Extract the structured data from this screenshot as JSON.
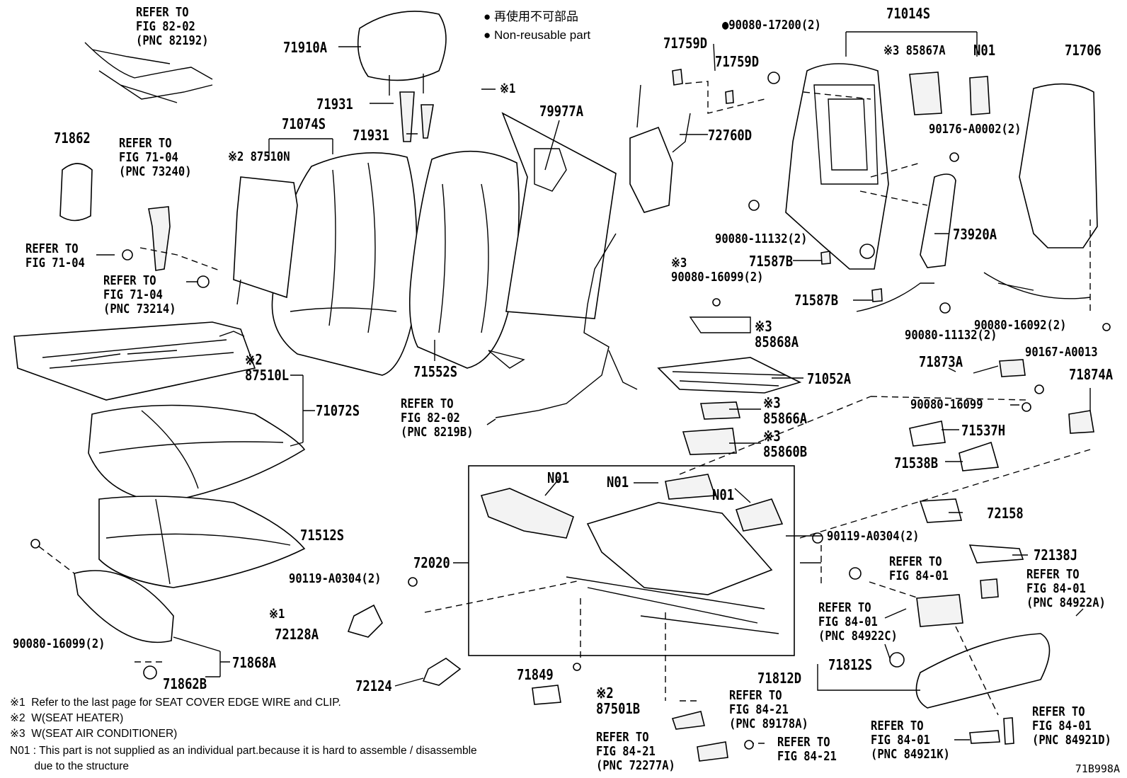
{
  "legend": {
    "jp": "再使用不可部品",
    "en": "Non-reusable part"
  },
  "callouts": [
    {
      "id": "c-71910a",
      "text": "71910A"
    },
    {
      "id": "c-71931-a",
      "text": "71931"
    },
    {
      "id": "c-71931-b",
      "text": "71931"
    },
    {
      "id": "c-x1-top",
      "text": "※1"
    },
    {
      "id": "c-79977a",
      "text": "79977A"
    },
    {
      "id": "c-71074s",
      "text": "71074S"
    },
    {
      "id": "c-87510n",
      "text": "※2 87510N"
    },
    {
      "id": "c-71862",
      "text": "71862"
    },
    {
      "id": "c-ref-71-04-a",
      "text": "REFER TO\nFIG 71-04"
    },
    {
      "id": "c-ref-71-04-73240",
      "text": "REFER TO\nFIG 71-04\n(PNC 73240)"
    },
    {
      "id": "c-ref-71-04-73214",
      "text": "REFER TO\nFIG 71-04\n(PNC 73214)"
    },
    {
      "id": "c-ref-82-02-82192",
      "text": "REFER TO\nFIG 82-02\n(PNC 82192)"
    },
    {
      "id": "c-87510l",
      "text": "※2\n87510L"
    },
    {
      "id": "c-71072s",
      "text": "71072S"
    },
    {
      "id": "c-71552s",
      "text": "71552S"
    },
    {
      "id": "c-ref-82-02-8219b",
      "text": "REFER TO\nFIG 82-02\n(PNC 8219B)"
    },
    {
      "id": "c-71759d-a",
      "text": "71759D"
    },
    {
      "id": "c-71759d-b",
      "text": "71759D"
    },
    {
      "id": "c-72760d",
      "text": "72760D"
    },
    {
      "id": "c-90080-17200",
      "text": "●90080-17200(2)"
    },
    {
      "id": "c-71014s",
      "text": "71014S"
    },
    {
      "id": "c-85867a",
      "text": "※3 85867A"
    },
    {
      "id": "c-n01-top",
      "text": "N01"
    },
    {
      "id": "c-71706",
      "text": "71706"
    },
    {
      "id": "c-90176-a0002",
      "text": "90176-A0002(2)"
    },
    {
      "id": "c-90080-11132-a",
      "text": "90080-11132(2)"
    },
    {
      "id": "c-73920a",
      "text": "73920A"
    },
    {
      "id": "c-71587b-a",
      "text": "71587B"
    },
    {
      "id": "c-90080-16099-a",
      "text": "※3\n90080-16099(2)"
    },
    {
      "id": "c-71587b-b",
      "text": "71587B"
    },
    {
      "id": "c-90080-11132-b",
      "text": "90080-11132(2)"
    },
    {
      "id": "c-90080-16092",
      "text": "90080-16092(2)"
    },
    {
      "id": "c-85868a",
      "text": "※3\n85868A"
    },
    {
      "id": "c-71052a",
      "text": "71052A"
    },
    {
      "id": "c-85866a",
      "text": "※3\n85866A"
    },
    {
      "id": "c-85860b",
      "text": "※3\n85860B"
    },
    {
      "id": "c-71873a",
      "text": "71873A"
    },
    {
      "id": "c-90167-a0013",
      "text": "90167-A0013"
    },
    {
      "id": "c-71874a",
      "text": "71874A"
    },
    {
      "id": "c-90080-16099-b",
      "text": "90080-16099"
    },
    {
      "id": "c-71537h",
      "text": "71537H"
    },
    {
      "id": "c-71538b",
      "text": "71538B"
    },
    {
      "id": "c-n01-a",
      "text": "N01"
    },
    {
      "id": "c-n01-b",
      "text": "N01"
    },
    {
      "id": "c-n01-c",
      "text": "N01"
    },
    {
      "id": "c-72158",
      "text": "72158"
    },
    {
      "id": "c-71512s",
      "text": "71512S"
    },
    {
      "id": "c-72020",
      "text": "72020"
    },
    {
      "id": "c-90119-a0304-a",
      "text": "90119-A0304(2)"
    },
    {
      "id": "c-90119-a0304-b",
      "text": "90119-A0304(2)"
    },
    {
      "id": "c-72138j",
      "text": "72138J"
    },
    {
      "id": "c-ref-84-01-a",
      "text": "REFER TO\nFIG 84-01"
    },
    {
      "id": "c-ref-84-01-84922a",
      "text": "REFER TO\nFIG 84-01\n(PNC 84922A)"
    },
    {
      "id": "c-ref-84-01-84922c",
      "text": "REFER TO\nFIG 84-01\n(PNC 84922C)"
    },
    {
      "id": "c-90080-16099-c",
      "text": "90080-16099(2)"
    },
    {
      "id": "c-x1-mid",
      "text": "※1"
    },
    {
      "id": "c-72128a",
      "text": "72128A"
    },
    {
      "id": "c-71868a",
      "text": "71868A"
    },
    {
      "id": "c-71862b",
      "text": "71862B"
    },
    {
      "id": "c-72124",
      "text": "72124"
    },
    {
      "id": "c-71849",
      "text": "71849"
    },
    {
      "id": "c-87501b",
      "text": "※2\n87501B"
    },
    {
      "id": "c-71812s",
      "text": "71812S"
    },
    {
      "id": "c-71812d",
      "text": "71812D"
    },
    {
      "id": "c-ref-84-21-89178a",
      "text": "REFER TO\nFIG 84-21\n(PNC 89178A)"
    },
    {
      "id": "c-ref-84-21-72277a",
      "text": "REFER TO\nFIG 84-21\n(PNC 72277A)"
    },
    {
      "id": "c-ref-84-21-b",
      "text": "REFER TO\nFIG 84-21"
    },
    {
      "id": "c-ref-84-01-84921k",
      "text": "REFER TO\nFIG 84-01\n(PNC 84921K)"
    },
    {
      "id": "c-ref-84-01-84921d",
      "text": "REFER TO\nFIG 84-01\n(PNC 84921D)"
    }
  ],
  "notes": {
    "x1": "※1  Refer to the last page for SEAT COVER EDGE WIRE and CLIP.",
    "x2": "※2  W(SEAT HEATER)",
    "x3": "※3  W(SEAT AIR CONDITIONER)",
    "n01_line1": "N01 : This part is not supplied as an individual part.because it is hard to assemble / disassemble",
    "n01_line2": "        due to the structure"
  },
  "figure_id": "71B998A"
}
